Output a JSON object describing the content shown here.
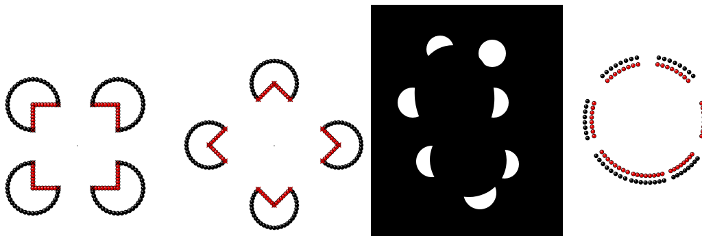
{
  "panels": [
    {
      "name": "square-illusion-panel",
      "style": "dotted-pacman-outline",
      "shape": "square"
    },
    {
      "name": "diamond-illusion-panel",
      "style": "dotted-pacman-outline",
      "shape": "diamond"
    },
    {
      "name": "ellipse-illusion-panel",
      "style": "white-crescents-on-black",
      "shape": "ellipse"
    },
    {
      "name": "dotted-arc-panel",
      "style": "dotted-arc-segments",
      "shape": "ring"
    }
  ],
  "colors": {
    "background": "#ffffff",
    "outline_dots": "#000000",
    "highlight_dots": "#e00000",
    "dark_panel": "#000000",
    "crescent": "#ffffff"
  }
}
